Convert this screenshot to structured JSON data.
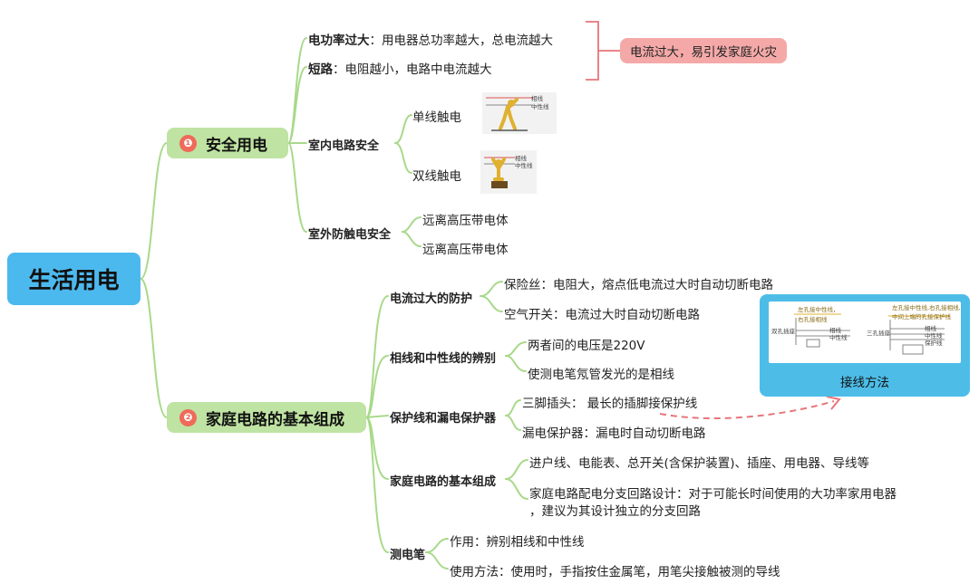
{
  "root": {
    "label": "生活用电"
  },
  "branch1": {
    "number": "❶",
    "label": "安全用电",
    "overload": {
      "title": "电功率过大",
      "sep": "：",
      "desc": "用电器总功率越大，总电流越大"
    },
    "short_circuit": {
      "title": "短路",
      "sep": "：",
      "desc": "电阻越小，电路中电流越大"
    },
    "hazard_note": "电流过大，易引发家庭火灾",
    "indoor": {
      "title": "室内电路安全",
      "single_contact": "单线触电",
      "double_contact": "双线触电",
      "fig_labels": {
        "live": "相线",
        "neutral": "中性线"
      }
    },
    "outdoor": {
      "title": "室外防触电安全",
      "items": [
        "远离高压带电体",
        "远离高压带电体"
      ]
    }
  },
  "branch2": {
    "number": "❷",
    "label": "家庭电路的基本组成",
    "overcurrent": {
      "title": "电流过大的防护",
      "fuse": "保险丝：电阻大，熔点低电流过大时自动切断电路",
      "breaker": "空气开关：电流过大时自动切断电路"
    },
    "identify": {
      "title": "相线和中性线的辨别",
      "voltage": "两者间的电压是220V",
      "tester": "使测电笔氖管发光的是相线"
    },
    "protection": {
      "title": "保护线和漏电保护器",
      "plug": "三脚插头：  最长的插脚接保护线",
      "rcd": "漏电保护器：漏电时自动切断电路"
    },
    "composition": {
      "title": "家庭电路的基本组成",
      "parts": "进户线、电能表、总开关(含保护装置)、插座、用电器、导线等",
      "design_line1": "家庭电路配电分支回路设计：对于可能长时间使用的大功率家用电器",
      "design_line2": "，建议为其设计独立的分支回路"
    },
    "tester_pen": {
      "title": "测电笔",
      "use": "作用：辨别相线和中性线",
      "method": "使用方法：使用时，手指按住金属笔，用笔尖接触被测的导线"
    }
  },
  "wiring_card": {
    "label": "接线方法",
    "two_hole": {
      "name": "双孔插座",
      "rule1": "左孔接中性线，",
      "rule2": "右孔接相线"
    },
    "three_hole": {
      "name": "三孔插座",
      "rule1": "左孔接中性线,右孔接相线,",
      "rule2": "中间上端的孔接保护线"
    },
    "lines": {
      "live": "相线",
      "neutral": "中性线",
      "ground": "保护线"
    }
  },
  "colors": {
    "root": "#4cb9ee",
    "branch": "#bfe3a2",
    "wire": "#a8d98a",
    "note": "#f4a9a8",
    "callout": "#4dbde8",
    "arrow": "#e8747a",
    "bracket": "#e8747a"
  }
}
